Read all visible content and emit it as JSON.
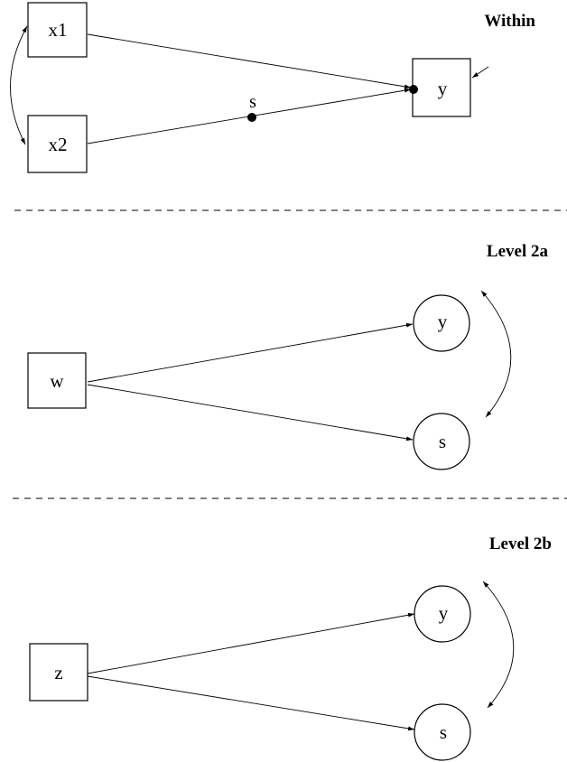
{
  "sections": [
    {
      "title": "Within"
    },
    {
      "title": "Level 2a"
    },
    {
      "title": "Level 2b"
    }
  ],
  "within": {
    "nodes": {
      "x1": "x1",
      "x2": "x2",
      "y": "y"
    },
    "random_slope_label": "s"
  },
  "level2a": {
    "nodes": {
      "w": "w",
      "y": "y",
      "s": "s"
    }
  },
  "level2b": {
    "nodes": {
      "z": "z",
      "y": "y",
      "s": "s"
    }
  }
}
